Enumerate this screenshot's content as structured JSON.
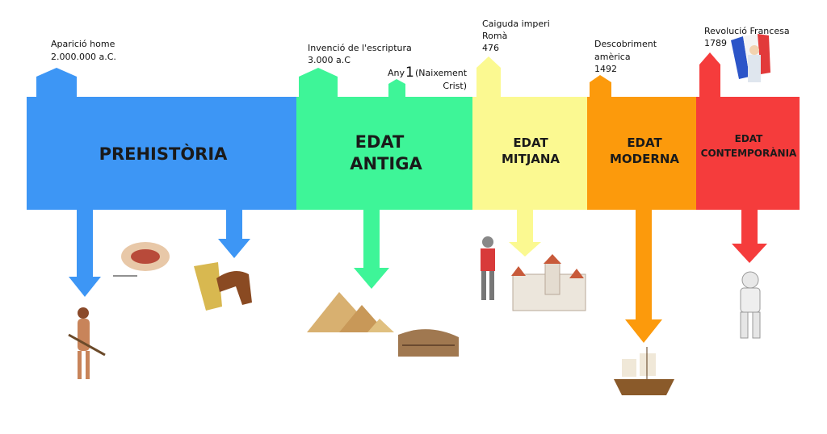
{
  "colors": {
    "prehistoria": "#3d96f5",
    "antiga": "#3ef598",
    "mitjana": "#fbf991",
    "moderna": "#fc9a0c",
    "contemporania": "#f53c3c"
  },
  "eras": [
    {
      "line1": "PREHISTÒRIA"
    },
    {
      "line1": "EDAT",
      "line2": "ANTIGA"
    },
    {
      "line1": "EDAT",
      "line2": "MITJANA"
    },
    {
      "line1": "EDAT",
      "line2": "MODERNA"
    },
    {
      "line1": "EDAT",
      "line2": "CONTEMPORÀNIA"
    }
  ],
  "events": [
    {
      "line1": "Aparició home",
      "line2": "2.000.000 a.C."
    },
    {
      "line1": "Invenció de l'escriptura",
      "line2": "3.000 a.C"
    },
    {
      "prefix": "Any",
      "number": "1",
      "line1": "(Naixement",
      "line2": "Crist)"
    },
    {
      "line1": "Caiguda imperi",
      "line2": "Romà",
      "line3": "476"
    },
    {
      "line1": "Descobriment",
      "line2": "amèrica",
      "line3": "1492"
    },
    {
      "line1": "Revolució Francesa",
      "line2": "1789"
    }
  ]
}
